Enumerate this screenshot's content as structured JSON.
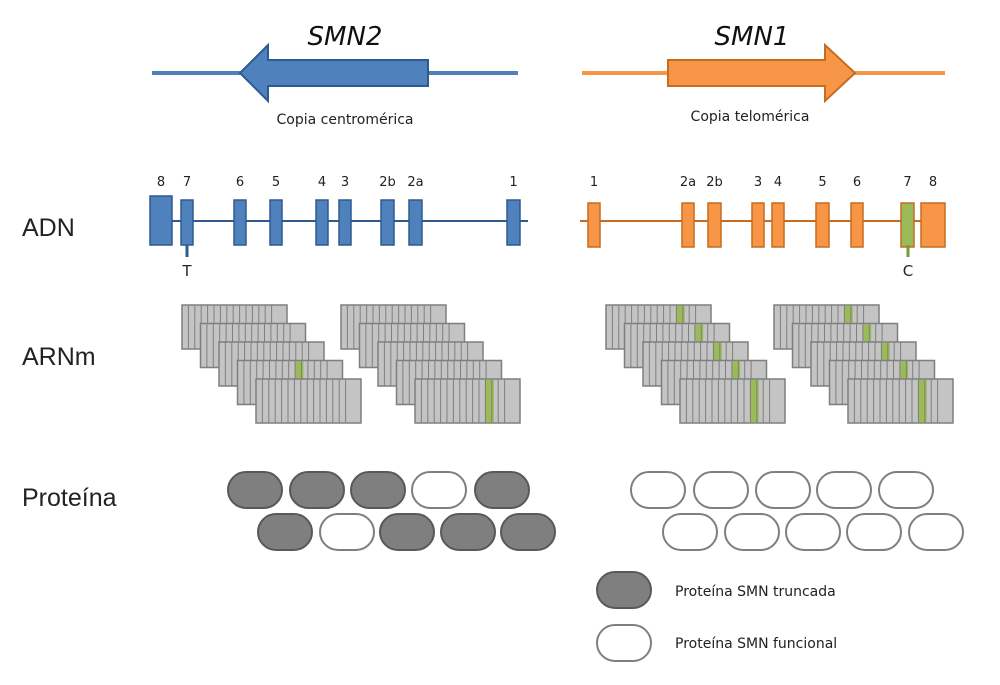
{
  "colors": {
    "smn2": "#4f81bd",
    "smn2_stroke": "#2e5a8f",
    "smn1": "#f79646",
    "smn1_stroke": "#c66c1f",
    "exon7_smn1": "#9bbb59",
    "mrna_fill": "#c4c4c4",
    "mrna_stroke": "#7f7f7f",
    "protein_truncated": "#7f7f7f",
    "protein_functional": "#ffffff"
  },
  "genes": {
    "smn2": {
      "name": "SMN2",
      "caption": "Copia centromérica",
      "direction": "left",
      "exons": [
        "8",
        "7",
        "6",
        "5",
        "4",
        "3",
        "2b",
        "2a",
        "1"
      ],
      "variant": "T"
    },
    "smn1": {
      "name": "SMN1",
      "caption": "Copia telomérica",
      "direction": "right",
      "exons": [
        "1",
        "2a",
        "2b",
        "3",
        "4",
        "5",
        "6",
        "7",
        "8"
      ],
      "variant": "C"
    }
  },
  "rows": {
    "dna": "ADN",
    "mrna": "ARNm",
    "protein": "Proteína"
  },
  "proteins": {
    "smn2_states": [
      "truncated",
      "truncated",
      "truncated",
      "functional",
      "truncated",
      "truncated",
      "functional",
      "truncated",
      "truncated",
      "truncated"
    ],
    "smn1_states": [
      "functional",
      "functional",
      "functional",
      "functional",
      "functional",
      "functional",
      "functional",
      "functional",
      "functional",
      "functional"
    ]
  },
  "legend": {
    "truncated": "Proteína SMN truncada",
    "functional": "Proteína SMN funcional"
  }
}
